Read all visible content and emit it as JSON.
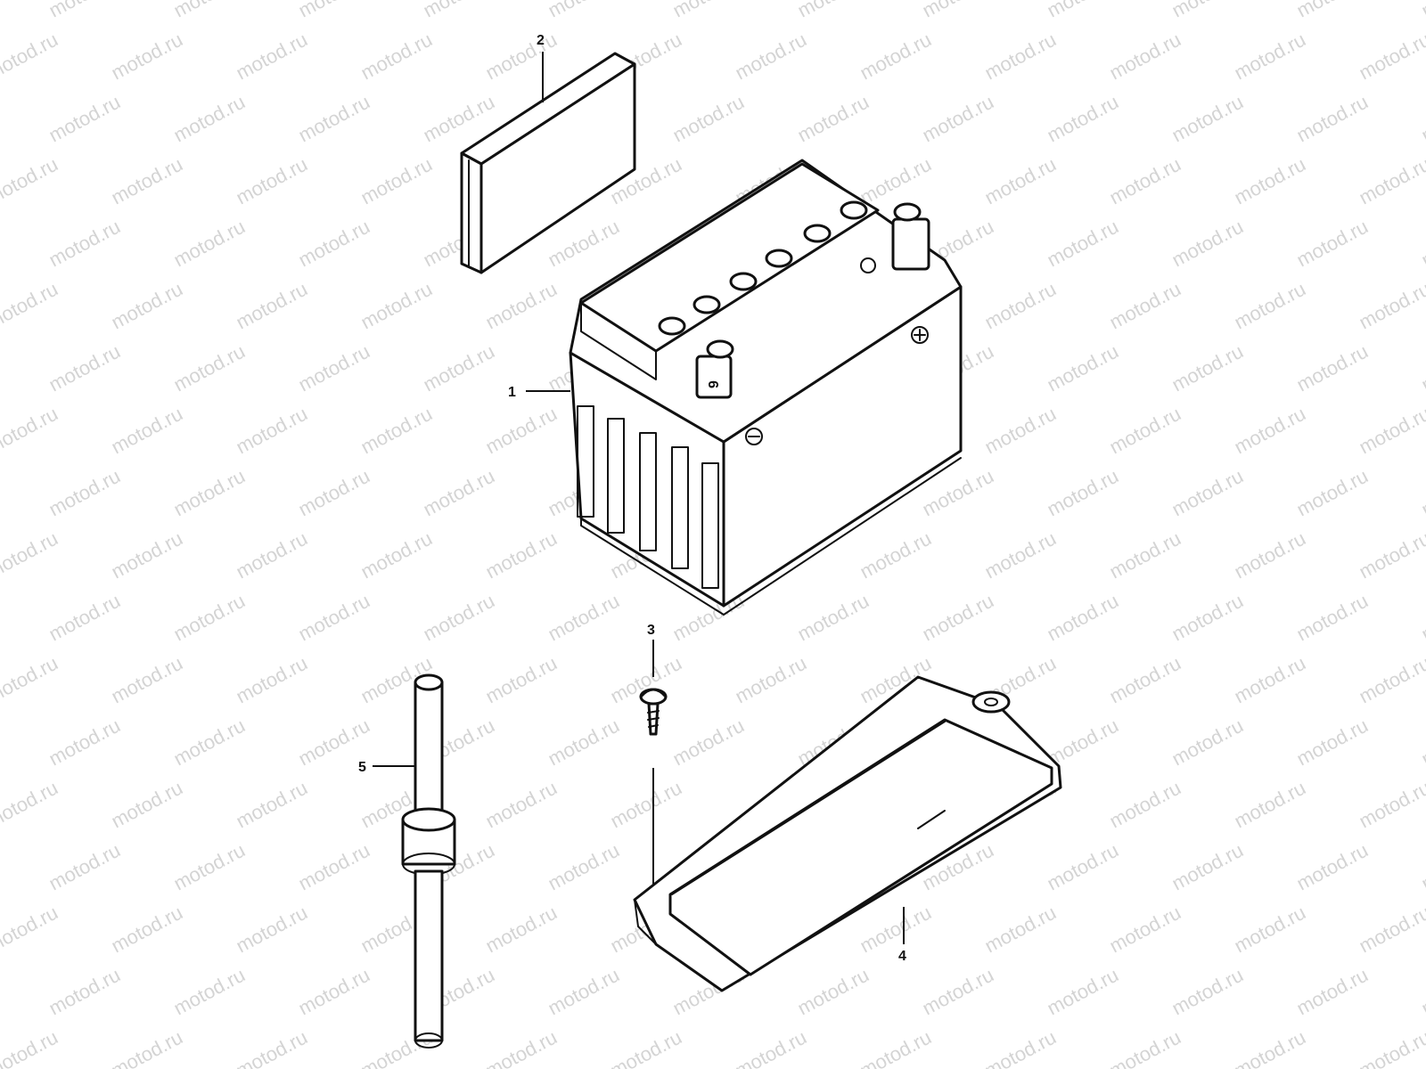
{
  "watermark": {
    "text": "motod.ru",
    "color": "#d4d4d4"
  },
  "diagram": {
    "ink_color": "#111111",
    "background": "#ffffff",
    "parts": [
      {
        "callout": "1",
        "icon": "battery-icon"
      },
      {
        "callout": "2",
        "icon": "battery-pad-icon"
      },
      {
        "callout": "3",
        "icon": "screw-icon"
      },
      {
        "callout": "4",
        "icon": "battery-cover-icon"
      },
      {
        "callout": "5",
        "icon": "breather-hose-icon"
      }
    ]
  }
}
